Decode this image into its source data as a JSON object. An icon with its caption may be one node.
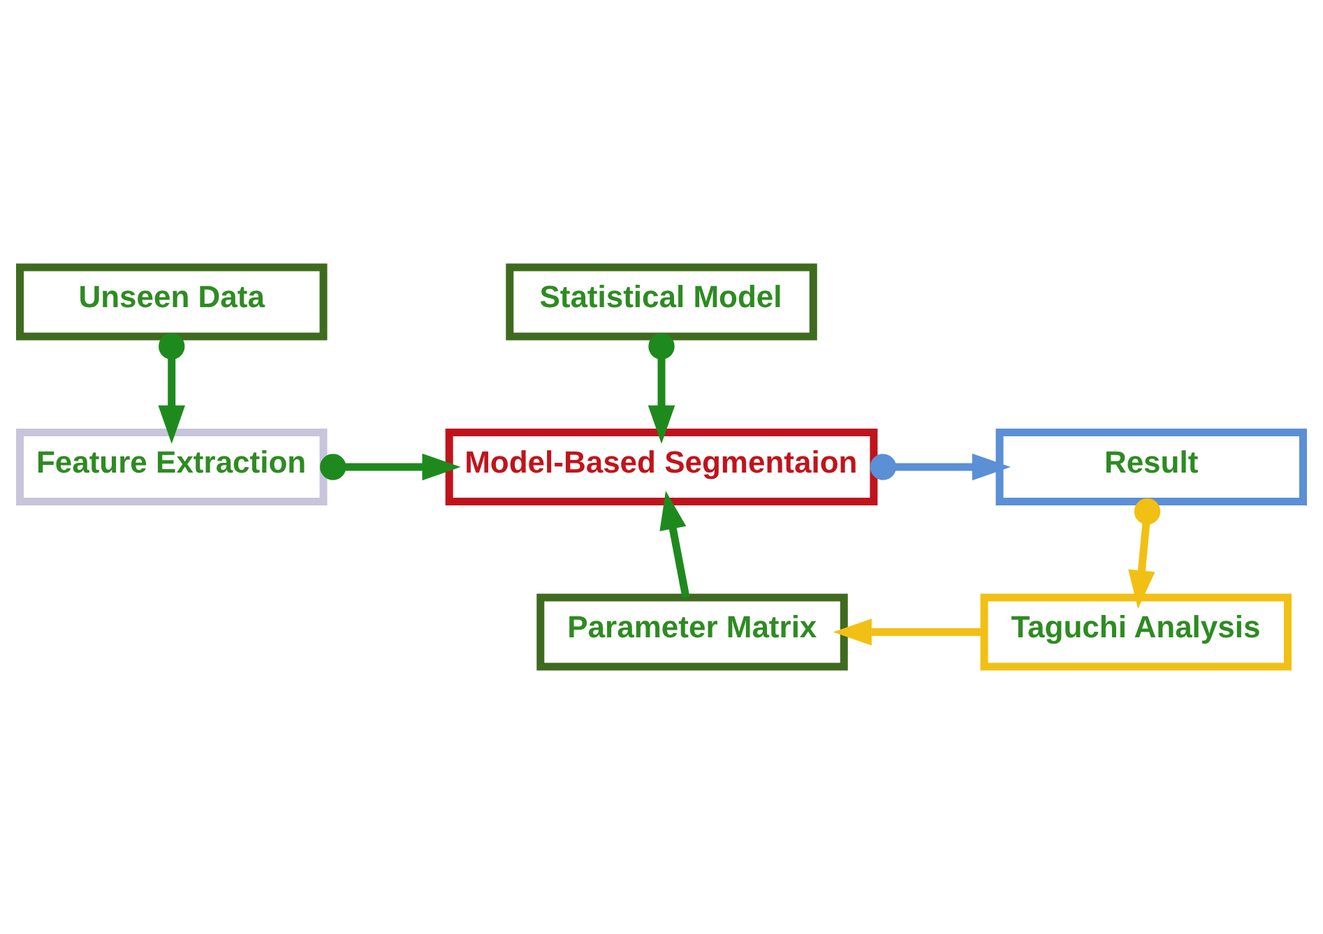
{
  "diagram": {
    "nodes": [
      {
        "text": [
          "Unseen Data"
        ]
      },
      {
        "text": [
          "Statistical Model"
        ]
      },
      {
        "text": [
          "Feature Extraction"
        ]
      },
      {
        "text": [
          "Model-Based Segmentaion"
        ]
      },
      {
        "text": [
          "Result"
        ]
      },
      {
        "text": [
          "Parameter Matrix"
        ]
      },
      {
        "text": [
          "Taguchi Analysis"
        ]
      }
    ],
    "edges": [
      {
        "from": 0,
        "to": 2,
        "arrow": "to"
      },
      {
        "from": 1,
        "to": 3,
        "arrow": "to"
      },
      {
        "from": 2,
        "to": 3,
        "arrow": "to"
      },
      {
        "from": 3,
        "to": 4,
        "arrow": "to",
        "color": "#5b8fd6"
      },
      {
        "from": 4,
        "to": 6,
        "arrow": "to",
        "color": "#f2c014"
      },
      {
        "from": 6,
        "to": 5,
        "arrow": "to",
        "color": "#f2c014"
      },
      {
        "from": 5,
        "to": 3,
        "arrow": "to"
      }
    ]
  }
}
